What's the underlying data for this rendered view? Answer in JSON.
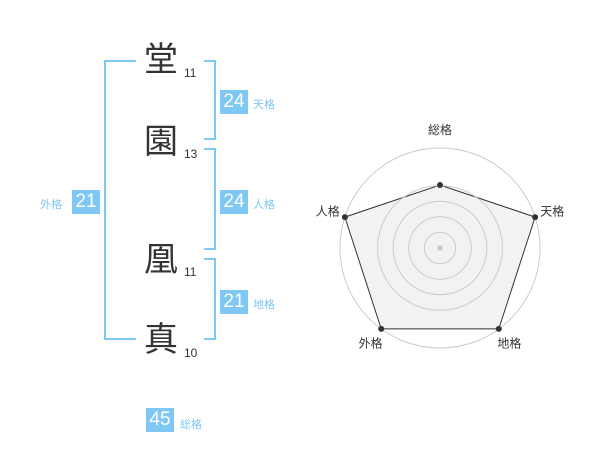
{
  "characters": [
    {
      "char": "堂",
      "strokes": "11"
    },
    {
      "char": "園",
      "strokes": "13"
    },
    {
      "char": "凰",
      "strokes": "11"
    },
    {
      "char": "真",
      "strokes": "10"
    }
  ],
  "kaku": {
    "tenkaku": {
      "value": "24",
      "label": "天格"
    },
    "jinkaku": {
      "value": "24",
      "label": "人格"
    },
    "chikaku": {
      "value": "21",
      "label": "地格"
    },
    "gaikaku": {
      "value": "21",
      "label": "外格"
    },
    "soukaku": {
      "value": "45",
      "label": "総格"
    }
  },
  "chart_data": {
    "type": "radar",
    "axes": [
      "総格",
      "天格",
      "地格",
      "外格",
      "人格"
    ],
    "values": [
      0.63,
      1.0,
      1.0,
      1.0,
      1.0
    ],
    "rings": 5,
    "colors": {
      "fill": "#f2f2f2",
      "line": "#333333",
      "grid": "#cccccc",
      "accent": "#7ec8f3"
    }
  }
}
